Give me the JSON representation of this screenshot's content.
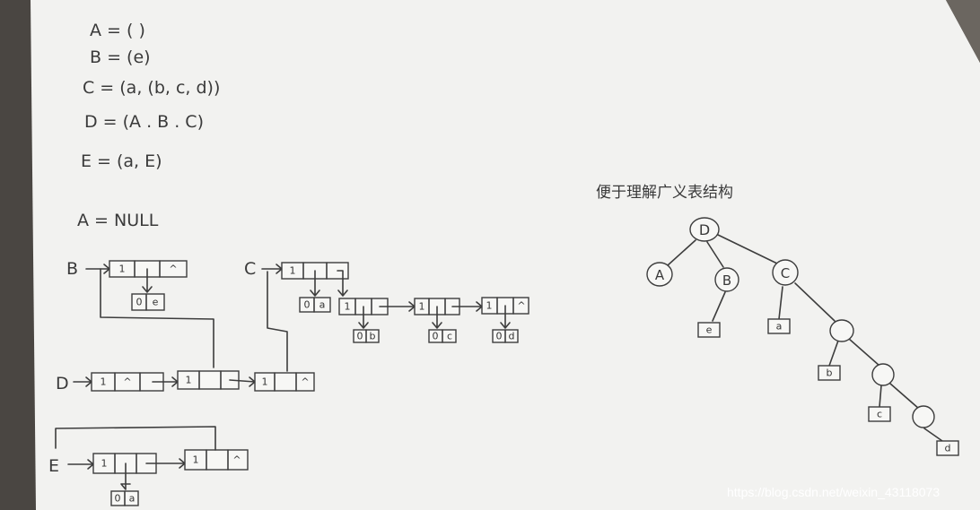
{
  "definitions": [
    "A = ( )",
    "B = (e)",
    "C = (a, (b, c, d))",
    "D = (A . B . C)",
    "E = (a, E)"
  ],
  "a_null": "A = NULL",
  "list_labels": {
    "b": "B",
    "c": "C",
    "d": "D",
    "e": "E"
  },
  "node_cells": {
    "tag_one": "1",
    "tag_zero": "0",
    "null": "^",
    "atoms": {
      "e": "e",
      "a": "a",
      "b": "b",
      "c": "c",
      "d": "d"
    }
  },
  "tree": {
    "heading": "便于理解广义表结构",
    "nodes": {
      "d": "D",
      "a": "A",
      "b": "B",
      "c": "C"
    },
    "leaves": {
      "e": "e",
      "a": "a",
      "b": "b",
      "c": "c",
      "d": "d"
    }
  },
  "watermark": "https://blog.csdn.net/weixin_43118073"
}
